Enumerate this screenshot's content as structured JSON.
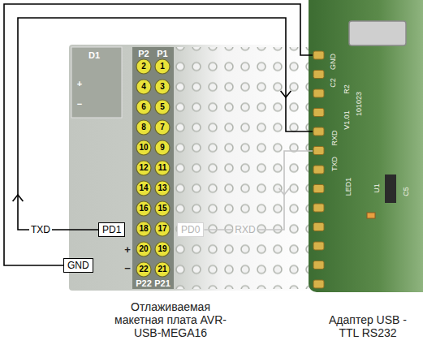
{
  "diagram": {
    "nodes": [
      {
        "text": [
          "Отлаживаемая макетная плата AVR-USB-MEGA16"
        ]
      },
      {
        "text": [
          "PD1"
        ],
        "in": 0
      },
      {
        "text": [
          "PD0"
        ],
        "in": 0
      },
      {
        "text": [
          "GND"
        ]
      },
      {
        "text": [
          "Адаптер USB - TTL RS232"
        ]
      }
    ],
    "edges": [
      {
        "from": 1,
        "to": 4,
        "label": "TXD",
        "arrow": "to"
      },
      {
        "from": 4,
        "to": 2,
        "label": "RXD",
        "arrow": "to"
      },
      {
        "from": 3,
        "to": 4,
        "arrow": "none"
      }
    ],
    "labels": [
      "P2",
      "P1",
      "2",
      "1",
      "4",
      "3",
      "6",
      "5",
      "8",
      "7",
      "10",
      "9",
      "12",
      "11",
      "14",
      "13",
      "16",
      "15",
      "18",
      "17",
      "20",
      "19",
      "22",
      "21",
      "P22",
      "P21",
      "D1",
      "+",
      "−",
      "+",
      "−",
      "GND",
      "C2",
      "R2",
      "V1.01",
      "101023",
      "RXD",
      "TXD",
      "LED1",
      "U1",
      "C5"
    ]
  }
}
